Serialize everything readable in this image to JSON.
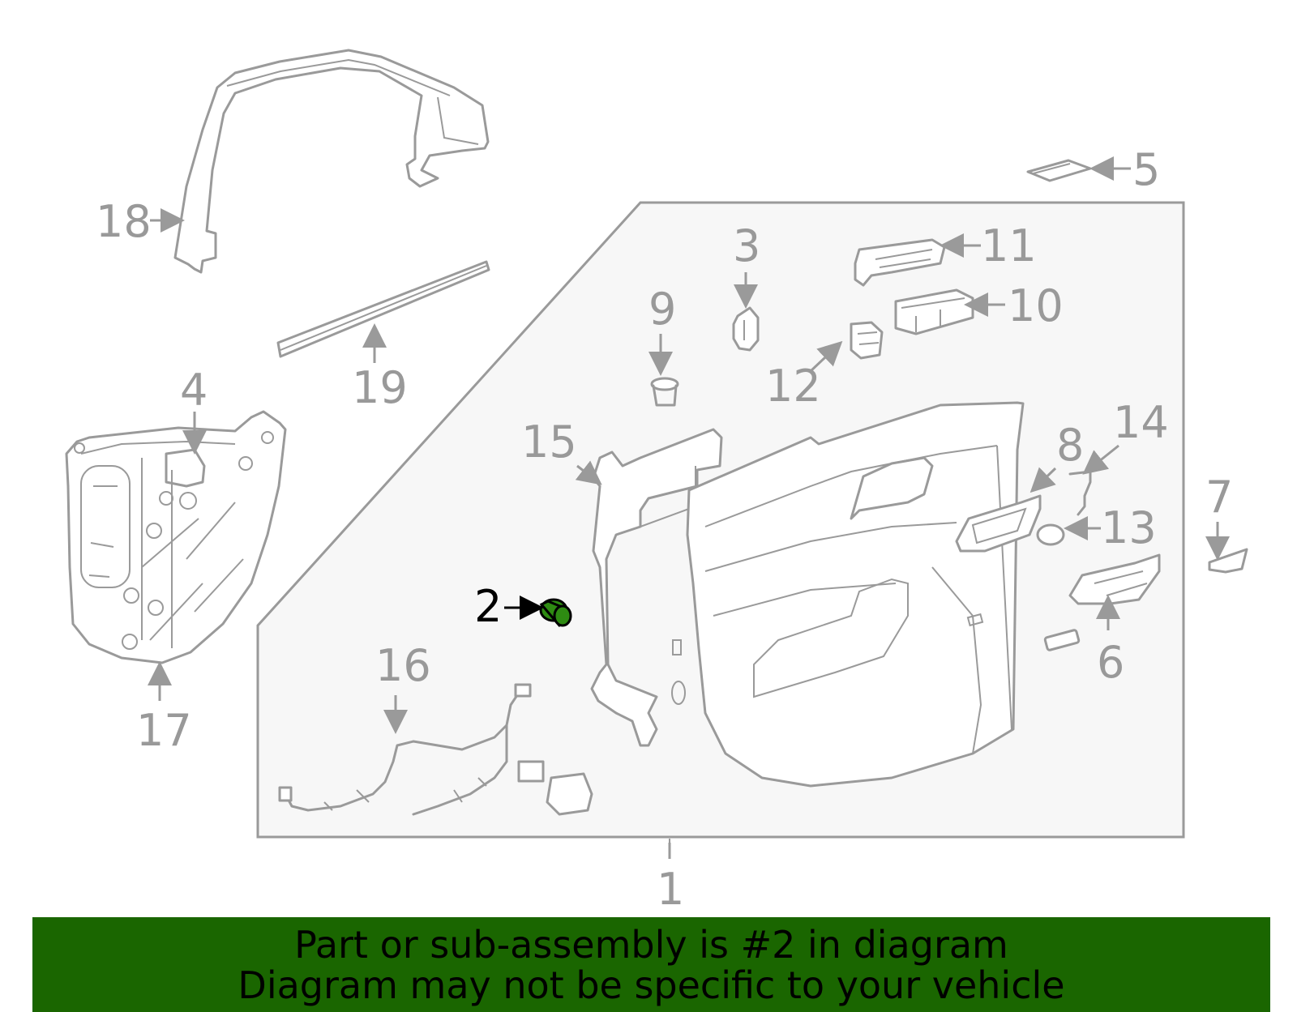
{
  "callouts": {
    "c1": "1",
    "c2": "2",
    "c3": "3",
    "c4": "4",
    "c5": "5",
    "c6": "6",
    "c7": "7",
    "c8": "8",
    "c9": "9",
    "c10": "10",
    "c11": "11",
    "c12": "12",
    "c13": "13",
    "c14": "14",
    "c15": "15",
    "c16": "16",
    "c17": "17",
    "c18": "18",
    "c19": "19"
  },
  "highlighted_part": "2",
  "colors": {
    "banner": "#1a6600",
    "highlight": "#2e8b12",
    "part_outline": "#9a9a9a",
    "assembly_fill": "#f7f7f7"
  },
  "banner": {
    "line1": "Part or sub-assembly is #2 in diagram",
    "line2": "Diagram may not be specific to your vehicle"
  }
}
